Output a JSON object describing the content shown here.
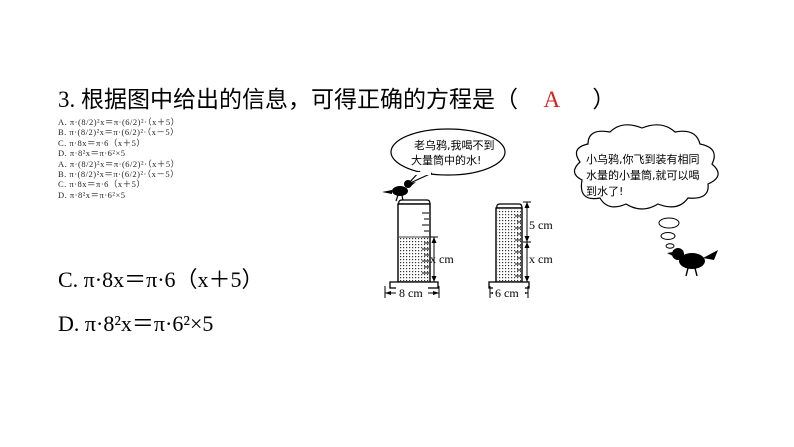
{
  "question": {
    "number": "3.",
    "text": "根据图中给出的信息，可得正确的方程是（",
    "answer": "A",
    "close": "）"
  },
  "small_options": [
    "A. π·(8/2)²x＝π·(6/2)²·（x＋5）",
    "B. π·(8/2)²x＝π·(6/2)²·（x－5）",
    "C. π·8x＝π·6（x＋5）",
    "D. π·8²x＝π·6²×5",
    "A. π·(8/2)²x＝π·(6/2)²·（x＋5）",
    "B. π·(8/2)²x＝π·(6/2)²·（x－5）",
    "C. π·8x＝π·6（x＋5）",
    "D. π·8²x＝π·6²×5"
  ],
  "options": {
    "c": "C. π·8x＝π·6（x＋5）",
    "d": "D. π·8²x＝π·6²×5"
  },
  "figure": {
    "old_crow_line1": "老乌鸦,我喝不到",
    "old_crow_line2": "大量筒中的水!",
    "little_line1": "小乌鸦,你飞到装有相同",
    "little_line2": "水量的小量筒,就可以喝",
    "little_line3": "到水了!",
    "big_width_label": "8 cm",
    "big_height_label": "x cm",
    "small_width_label": "6 cm",
    "small_top_label": "5 cm",
    "small_height_label": "x cm"
  },
  "colors": {
    "answer": "#d81e1e",
    "text": "#000000"
  }
}
